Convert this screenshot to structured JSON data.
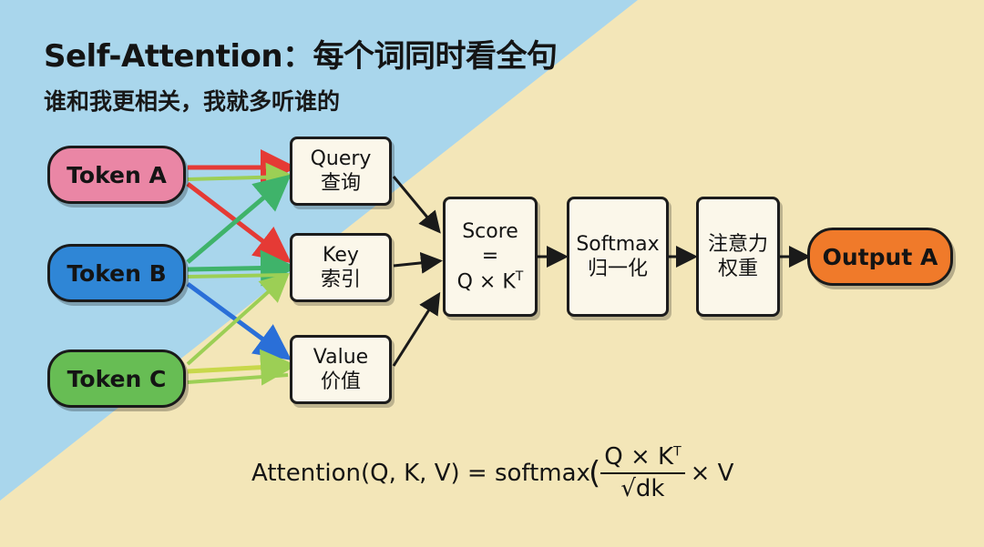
{
  "title": "Self-Attention：每个词同时看全句",
  "subtitle": "谁和我更相关，我就多听谁的",
  "tokens": [
    {
      "label": "Token A",
      "color": "#ea86a5"
    },
    {
      "label": "Token B",
      "color": "#2f86d6"
    },
    {
      "label": "Token C",
      "color": "#67bd54"
    }
  ],
  "qkv": {
    "query": {
      "en": "Query",
      "zh": "查询"
    },
    "key": {
      "en": "Key",
      "zh": "索引"
    },
    "value": {
      "en": "Value",
      "zh": "价值"
    }
  },
  "score": {
    "line1": "Score",
    "line2": "=",
    "base": "Q × K",
    "sup": "T"
  },
  "softmax": {
    "line1": "Softmax",
    "line2": "归一化"
  },
  "weights": {
    "line1": "注意力",
    "line2": "权重"
  },
  "output": {
    "label": "Output A",
    "color": "#f07a2a"
  },
  "formula": {
    "left": "Attention(Q, K, V) = softmax",
    "open": "(",
    "num_base": "Q × K",
    "num_sup": "T",
    "den": "√dk",
    "right": "× V"
  },
  "colors": {
    "bg_blue": "#a9d6ec",
    "bg_yellow": "#f3e6b8",
    "arrow_red": "#e53a35",
    "arrow_green": "#3fb36a",
    "arrow_lightgreen": "#9ccf55",
    "arrow_blue": "#2a6fd8",
    "arrow_black": "#1a1a1a"
  }
}
